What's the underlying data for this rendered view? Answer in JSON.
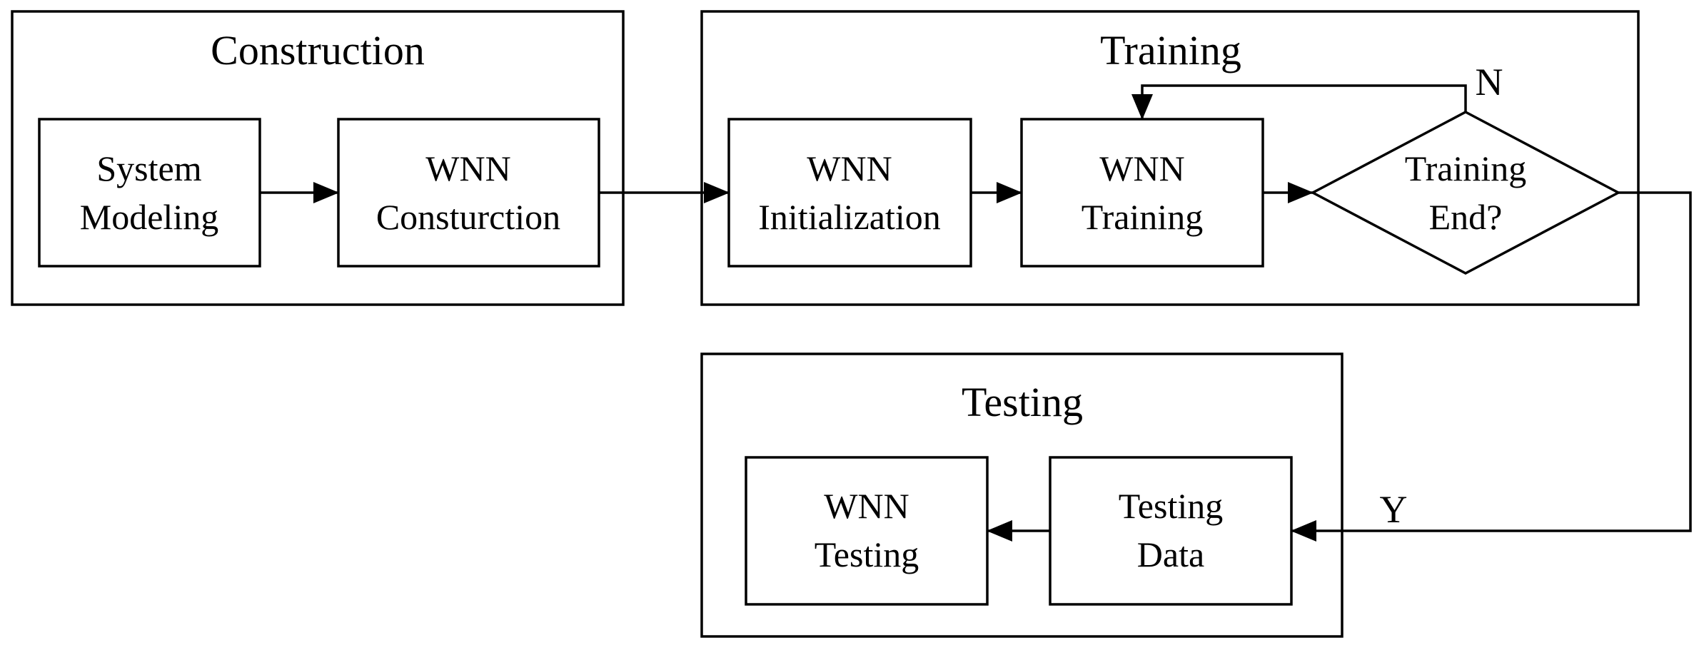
{
  "groups": {
    "construction": {
      "title": "Construction"
    },
    "training": {
      "title": "Training"
    },
    "testing": {
      "title": "Testing"
    }
  },
  "nodes": {
    "system_modeling": {
      "line1": "System",
      "line2": "Modeling"
    },
    "wnn_construction": {
      "line1": "WNN",
      "line2": "Consturction"
    },
    "wnn_initialization": {
      "line1": "WNN",
      "line2": "Initialization"
    },
    "wnn_training": {
      "line1": "WNN",
      "line2": "Training"
    },
    "training_end": {
      "line1": "Training",
      "line2": "End?"
    },
    "testing_data": {
      "line1": "Testing",
      "line2": "Data"
    },
    "wnn_testing": {
      "line1": "WNN",
      "line2": "Testing"
    }
  },
  "edges": {
    "loop_no": {
      "label": "N"
    },
    "exit_yes": {
      "label": "Y"
    }
  }
}
